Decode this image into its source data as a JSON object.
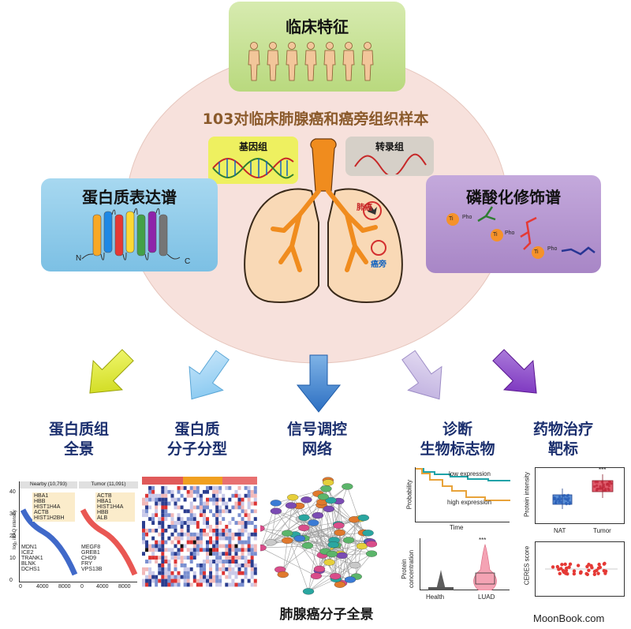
{
  "colors": {
    "ellipse": "#f7e1dc",
    "clinical_box": "#c9e29a",
    "proteome_box": "#8ecae8",
    "phospho_box": "#b89ad0",
    "genome_box": "#eef060",
    "transcriptome_box": "#d6d0c8",
    "title_text": "#8b5a2b",
    "column_text": "#1b2f6e"
  },
  "top": {
    "clinical_title": "临床特征",
    "samples_title": "103对临床肺腺癌和癌旁组织样本",
    "genome_label": "基因组",
    "transcriptome_label": "转录组",
    "proteome_title": "蛋白质表达谱",
    "phospho_title": "磷酸化修饰谱",
    "tumor_label": "肺癌",
    "adjacent_label": "癌旁",
    "n_terminal": "N",
    "c_terminal": "C",
    "ti_label": "Ti",
    "pho_label": "Pho"
  },
  "columns": [
    {
      "line1": "蛋白质组",
      "line2": "全景"
    },
    {
      "line1": "蛋白质",
      "line2": "分子分型"
    },
    {
      "line1": "信号调控",
      "line2": "网络"
    },
    {
      "line1": "诊断",
      "line2": "生物标志物"
    },
    {
      "line1": "药物治疗",
      "line2": "靶标"
    }
  ],
  "landscape": {
    "nearby_header": "Nearby (10,793)",
    "tumor_header": "Tumor (11,091)",
    "ylabel": "log₂ iBAQ intensity",
    "yticks": [
      "40",
      "30",
      "20",
      "10",
      "0"
    ],
    "xticks_left": [
      "0",
      "4000",
      "8000"
    ],
    "xticks_right": [
      "0",
      "4000",
      "8000"
    ],
    "nearby_high": [
      "HBA1",
      "HBB",
      "HIST1H4A",
      "ACTB",
      "HIST1H2BH"
    ],
    "tumor_high": [
      "ACTB",
      "HBA1",
      "HIST1H4A",
      "HBB",
      "ALB"
    ],
    "nearby_low": [
      "MDN1",
      "ICE2",
      "TRANK1",
      "BLNK",
      "DCHS1"
    ],
    "tumor_low": [
      "MEGF8",
      "GREB1",
      "CHD9",
      "FRY",
      "VPS13B"
    ]
  },
  "survival": {
    "low_label": "low expression",
    "high_label": "high expression",
    "ylabel": "Probability",
    "xlabel": "Time"
  },
  "concentration": {
    "ylabel": "Protein concentration",
    "categories": [
      "Health",
      "LUAD"
    ],
    "sig": "***"
  },
  "intensity": {
    "ylabel": "Protein intensity",
    "categories": [
      "NAT",
      "Tumor"
    ],
    "sig": "***"
  },
  "ceres": {
    "ylabel": "CERES score"
  },
  "bottom_title": "肺腺癌分子全景",
  "watermark": "MoonBook.com"
}
